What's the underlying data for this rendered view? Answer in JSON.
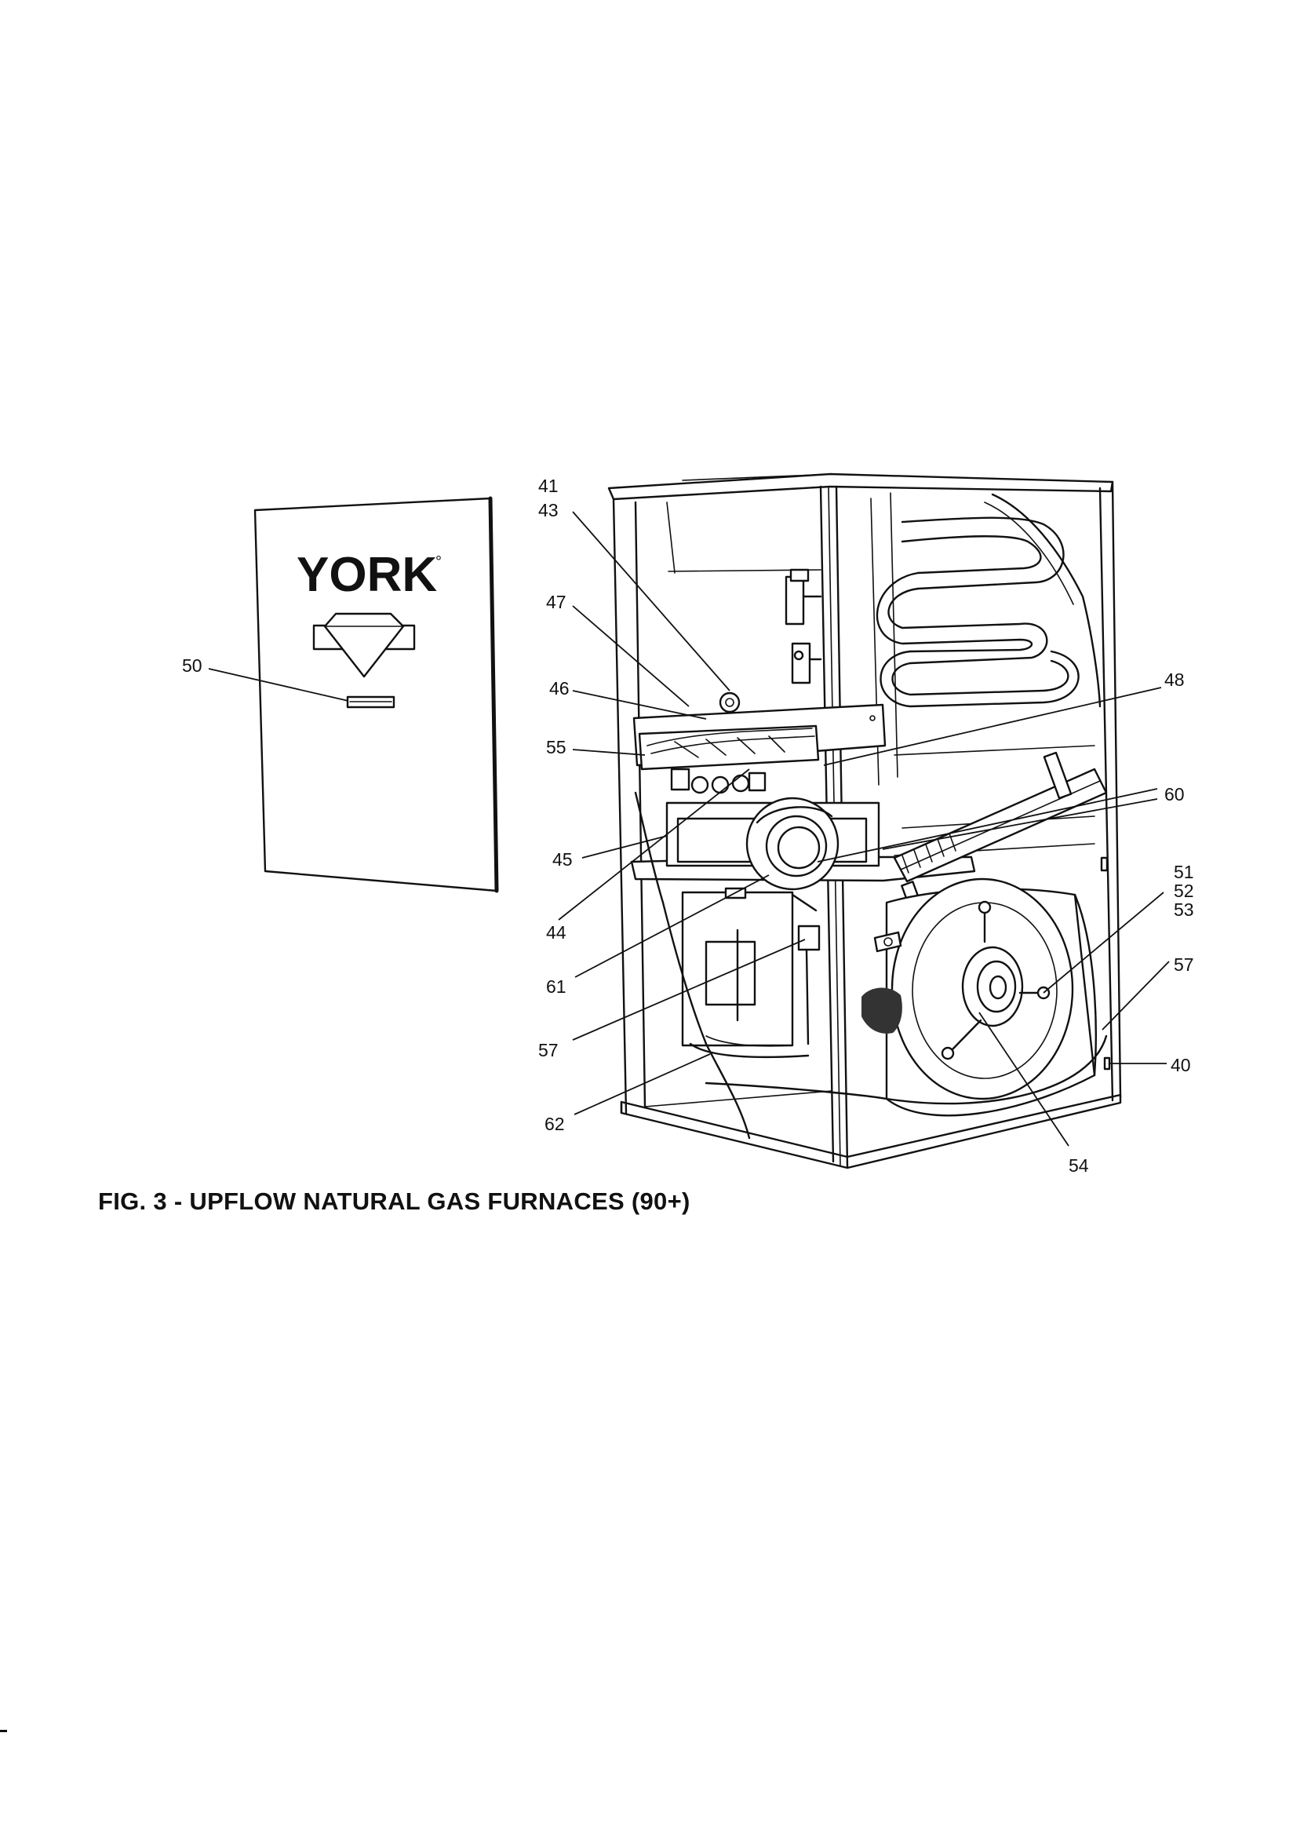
{
  "figure": {
    "caption": "FIG. 3 - UPFLOW NATURAL GAS FURNACES (90+)",
    "logo_text": "YORK",
    "logo_mark": "°"
  },
  "callouts": {
    "c40": "40",
    "c41": "41",
    "c43": "43",
    "c44": "44",
    "c45": "45",
    "c46": "46",
    "c47": "47",
    "c48": "48",
    "c50": "50",
    "c51": "51",
    "c52": "52",
    "c53": "53",
    "c54": "54",
    "c55": "55",
    "c57a": "57",
    "c57b": "57",
    "c60": "60",
    "c61": "61",
    "c62": "62"
  }
}
